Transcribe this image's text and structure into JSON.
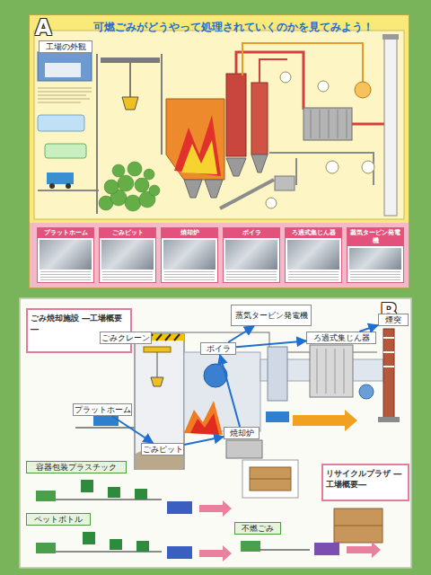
{
  "diagram": {
    "nodes": [
      {
        "text": [
          "A",
          "可燃ごみがどうやって処理されていくのかを見てみよう！"
        ]
      },
      {
        "text": [
          "工場の外観"
        ],
        "in": 0
      },
      {
        "text": [
          "プラットホーム"
        ],
        "in": 0
      },
      {
        "text": [
          "ごみピット"
        ],
        "in": 0
      },
      {
        "text": [
          "焼却炉"
        ],
        "in": 0
      },
      {
        "text": [
          "ボイラ"
        ],
        "in": 0
      },
      {
        "text": [
          "ろ過式集じん器"
        ],
        "in": 0
      },
      {
        "text": [
          "蒸気タービン発電機"
        ],
        "in": 0
      },
      {
        "text": [
          "B"
        ]
      },
      {
        "text": [
          "ごみ焼却施設 ―工場概要―"
        ],
        "in": 8
      },
      {
        "text": [
          "蒸気タービン発電機"
        ],
        "in": 8
      },
      {
        "text": [
          "ろ過式集じん器"
        ],
        "in": 8
      },
      {
        "text": [
          "煙突"
        ],
        "in": 8
      },
      {
        "text": [
          "ボイラ"
        ],
        "in": 8
      },
      {
        "text": [
          "ごみクレーン"
        ],
        "in": 8
      },
      {
        "text": [
          "プラットホーム"
        ],
        "in": 8
      },
      {
        "text": [
          "ごみピット"
        ],
        "in": 8
      },
      {
        "text": [
          "焼却炉"
        ],
        "in": 8
      },
      {
        "text": [
          "容器包装プラスチック"
        ],
        "in": 8
      },
      {
        "text": [
          "リサイクルプラザ ―工場概要―"
        ],
        "in": 8
      },
      {
        "text": [
          "ペットボトル"
        ],
        "in": 8
      },
      {
        "text": [
          "不燃ごみ"
        ],
        "in": 8
      }
    ],
    "edges": [
      {
        "from": 15,
        "to": 16,
        "arrow": "to"
      },
      {
        "from": 16,
        "to": 17,
        "arrow": "to"
      },
      {
        "from": 17,
        "to": 13,
        "arrow": "to"
      },
      {
        "from": 13,
        "to": 10,
        "arrow": "to"
      },
      {
        "from": 13,
        "to": 11,
        "arrow": "to"
      },
      {
        "from": 11,
        "to": 12,
        "arrow": "to"
      }
    ]
  }
}
